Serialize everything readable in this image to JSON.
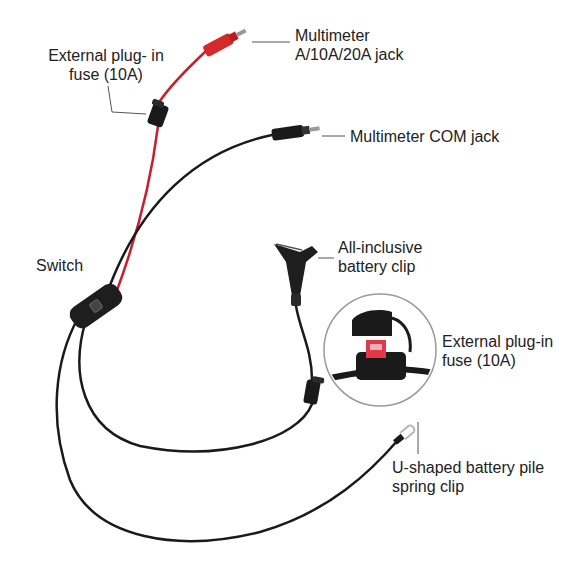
{
  "diagram": {
    "labels": [
      "External plug- in fuse (10A)",
      "Multimeter A/10A/20A jack",
      "Multimeter COM jack",
      "Switch",
      "All-inclusive battery clip",
      "External plug-in fuse (10A)",
      "U-shaped battery pile spring clip"
    ]
  }
}
